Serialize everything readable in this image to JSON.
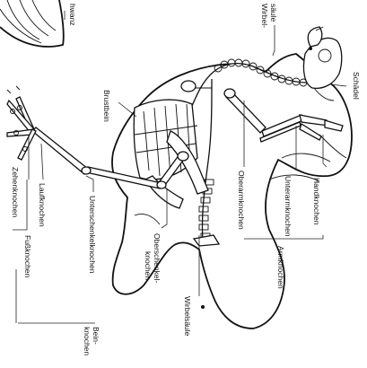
{
  "diagram": {
    "labels": {
      "schwanz": "hwanz",
      "wirbelsaeule_top_1": "Wirbel-",
      "wirbelsaeule_top_2": "säule",
      "schaedel": "Schädel",
      "brustbein": "Brustbein",
      "handknochen": "Handknochen",
      "unterarmknochen": "Unterarmknochen",
      "oberarmknochen": "Oberarmknochen",
      "armknochen": "Armknochen",
      "laufknochen": "Laufknochen",
      "zehenknochen": "Zehenknochen",
      "fussknochen": "Fußknochen",
      "unterschenkelknochen": "Unterschenkelknochen",
      "oberschenkelknochen_1": "Oberschenkel-",
      "oberschenkelknochen_2": "knochen",
      "wirbelsaeule_bottom": "Wirbelsäule",
      "beinknochen_1": "Bein-",
      "beinknochen_2": "knochen"
    }
  }
}
